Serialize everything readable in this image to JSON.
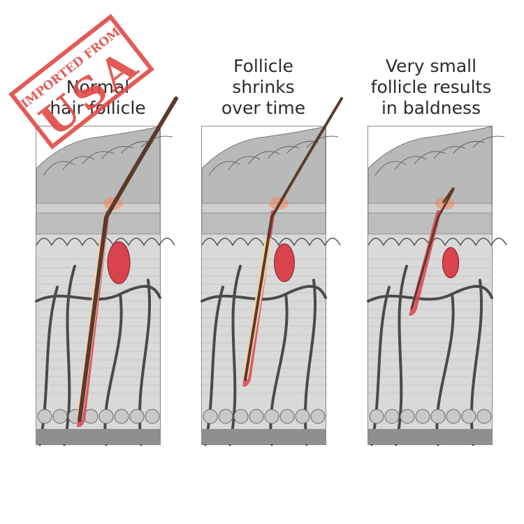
{
  "stamp": {
    "line1": "IMPORTED FROM",
    "line2": "USA",
    "color": "#e04a45"
  },
  "captions": [
    {
      "lines": [
        "Normal",
        "hair follicle"
      ]
    },
    {
      "lines": [
        "Follicle",
        "shrinks",
        "over time"
      ]
    },
    {
      "lines": [
        "Very small",
        "follicle results",
        "in baldness"
      ]
    }
  ],
  "colors": {
    "skin_top": "#b9b9b9",
    "tissue": "#d9d9d9",
    "follicle": "#d9434d",
    "shaft": "#5a3a2c",
    "bulb": "#f3d2a4",
    "glow": "#f08a60"
  },
  "stages": [
    {
      "follicle_size": 1.0,
      "shaft_width": 1.0
    },
    {
      "follicle_size": 0.8,
      "shaft_width": 0.5
    },
    {
      "follicle_size": 0.45,
      "shaft_width": 0.25
    }
  ]
}
